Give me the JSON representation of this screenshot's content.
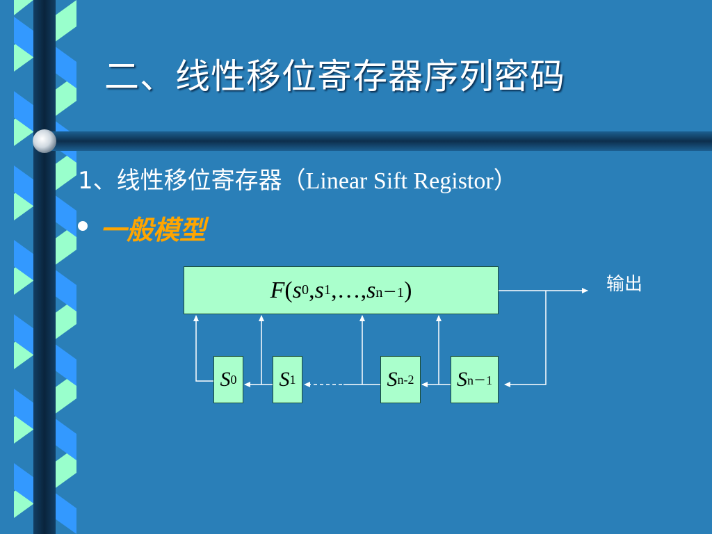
{
  "slide": {
    "title": "二、线性移位寄存器序列密码",
    "subtitle_prefix": "1、线性移位寄存器（",
    "subtitle_english": "Linear Sift Registor",
    "subtitle_suffix": "）",
    "bullet": "一般模型"
  },
  "diagram": {
    "function_box": {
      "F": "F",
      "open": "(",
      "s0": "s",
      "s0_sub": "0",
      "comma1": ",",
      "s1": "s",
      "s1_sub": "1",
      "mid": ",…,",
      "sn": "s",
      "sn_sub": "n－1",
      "close": ")"
    },
    "registers": [
      {
        "symbol": "S",
        "sub": "0"
      },
      {
        "symbol": "S",
        "sub": "1"
      },
      {
        "symbol": "S",
        "sub": "n-2"
      },
      {
        "symbol": "S",
        "sub": "n－1"
      }
    ],
    "output_label": "输出"
  },
  "colors": {
    "background": "#2a7fb8",
    "box_fill": "#aaffcc",
    "ribbon_light": "#99ffcc",
    "ribbon_blue": "#3399ff",
    "accent_orange": "#ffa500",
    "text_white": "#ffffff"
  }
}
